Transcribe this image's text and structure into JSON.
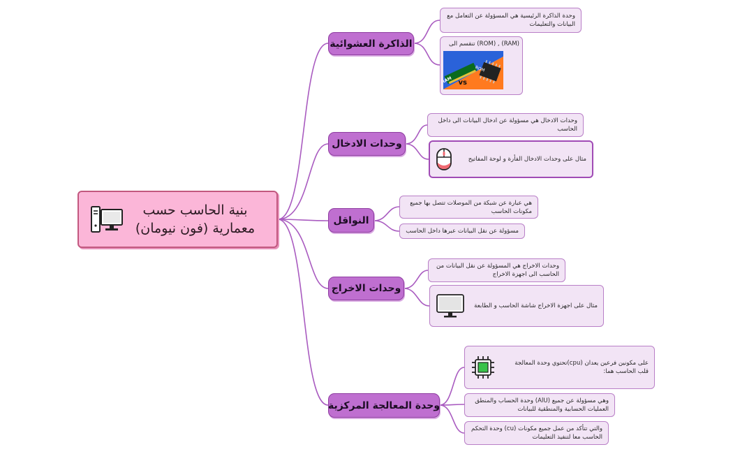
{
  "root": {
    "title": "بنية الحاسب حسب معمارية (فون نيومان)",
    "icon": "desktop-computer-icon"
  },
  "branches": [
    {
      "id": "ram",
      "label": "الذاكرة العشوائية",
      "leaves": [
        {
          "text": "وحدة الذاكرة الرئيسية هي المسؤولة عن التعامل مع البيانات والتعليمات"
        },
        {
          "text": "(RAM) , (ROM) تنقسم الى",
          "image": "ram-vs-rom-image",
          "image_text": {
            "ram": "RAM",
            "vs": "vs",
            "rom": "ROM"
          }
        }
      ]
    },
    {
      "id": "input",
      "label": "وحدات الادخال",
      "leaves": [
        {
          "text": "وحدات الادخال هي مسؤولة عن ادخال البيانات الى داخل الحاسب"
        },
        {
          "text": "مثال على وحدات الادخال الفأرة و لوحة المفاتيح",
          "icon": "mouse-icon"
        }
      ]
    },
    {
      "id": "bus",
      "label": "النواقل",
      "leaves": [
        {
          "text": "هي عبارة عن شبكة من الموصلات تتصل بها جميع مكونات الحاسب"
        },
        {
          "text": "مسؤولة عن نقل البيانات عبرها داخل الحاسب"
        }
      ]
    },
    {
      "id": "output",
      "label": "وحدات الاخراج",
      "leaves": [
        {
          "text": "وحدات الاخراج هي المسؤولة عن نقل البيانات من الحاسب الى اجهزة الاخراج"
        },
        {
          "text": "مثال على اجهزة الاخراج شاشة الحاسب و الطابعة",
          "icon": "monitor-icon"
        }
      ]
    },
    {
      "id": "cpu",
      "label": "وحدة المعالجة المركزية",
      "leaves": [
        {
          "text": "على مكونين فرعين يعدان (cpu)تحتوي وحدة المعالجة قلب الحاسب هما:",
          "icon": "cpu-chip-icon"
        },
        {
          "text": "وهي مسؤولة عن جميع (AlU) وحدة الحساب والمنطق العمليات الحسابية والمنطقية للبيانات"
        },
        {
          "text": "والتي تتأكد من عمل جميع مكونات (cu) وحدة التحكم الحاسب معا لتنفيذ التعليمات"
        }
      ]
    }
  ],
  "colors": {
    "root_fill": "#fbb6d8",
    "branch_fill": "#bf6fd0",
    "leaf_fill": "#f2e4f5",
    "link": "#a95bc0"
  }
}
